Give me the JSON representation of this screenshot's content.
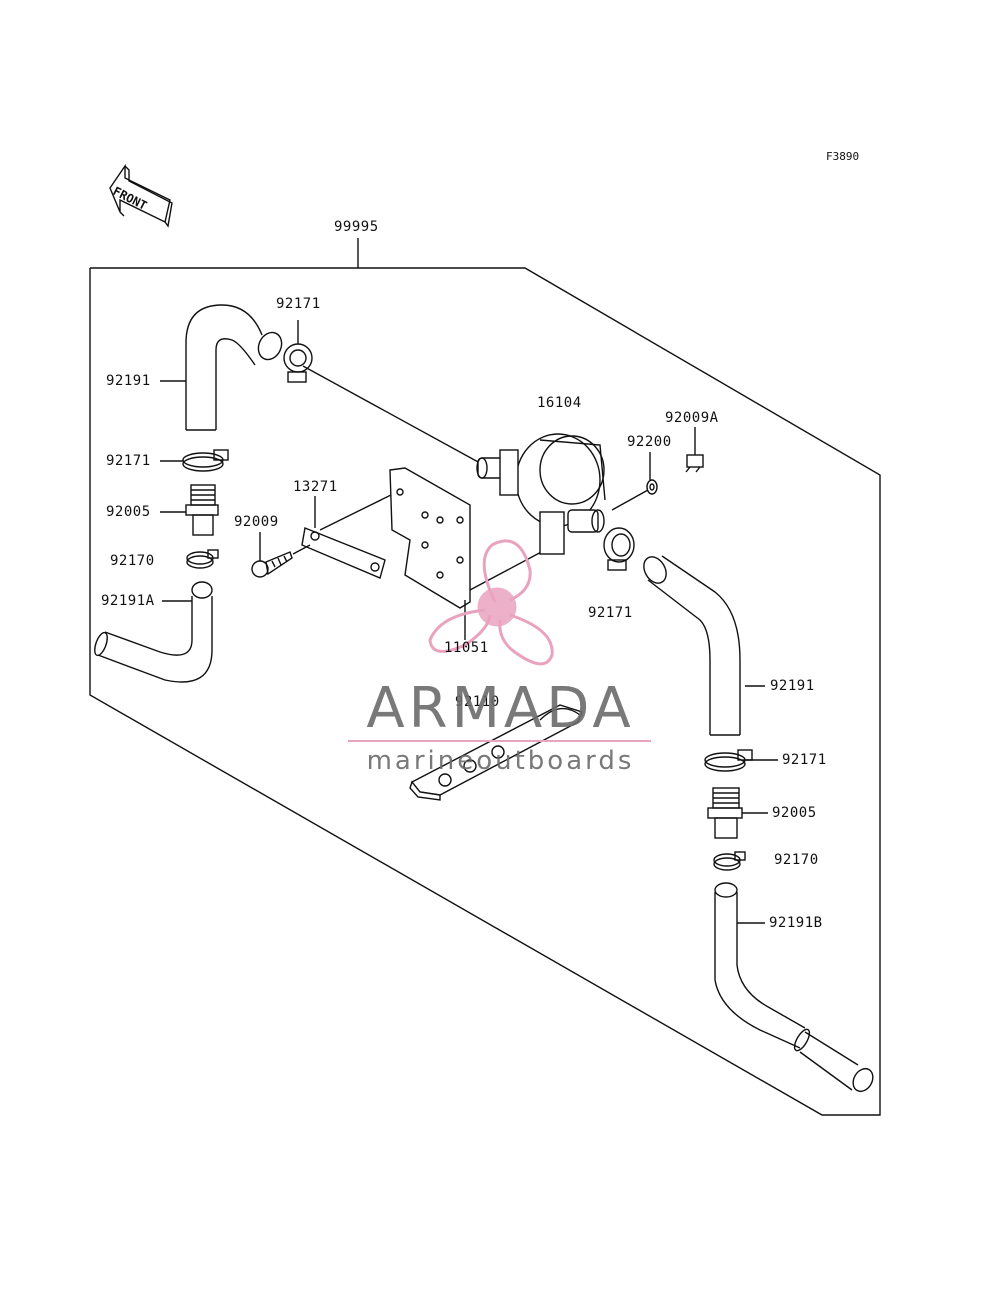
{
  "figure_code": "F3890",
  "front_arrow": {
    "text": "FRONT"
  },
  "parts": {
    "assembly": "99995",
    "clamp_top": "92171",
    "hose_left_upper": "92191",
    "clamp_left": "92171",
    "fitting_left": "92005",
    "clamp_small_left": "92170",
    "hose_left_lower": "92191A",
    "stay": "13271",
    "bolt": "92009",
    "bracket": "11051",
    "separator": "16104",
    "washer": "92200",
    "bolt_a": "92009A",
    "clamp_right_mid": "92171",
    "hose_right_upper": "92191",
    "clamp_right": "92171",
    "fitting_right": "92005",
    "clamp_small_right": "92170",
    "hose_right_lower": "92191B",
    "plate": "92110"
  },
  "watermark": {
    "title": "ARMADA",
    "subtitle": "marineoutboards",
    "colors": {
      "pink": "#e9a3bf",
      "gray": "#6b6b6b"
    }
  }
}
